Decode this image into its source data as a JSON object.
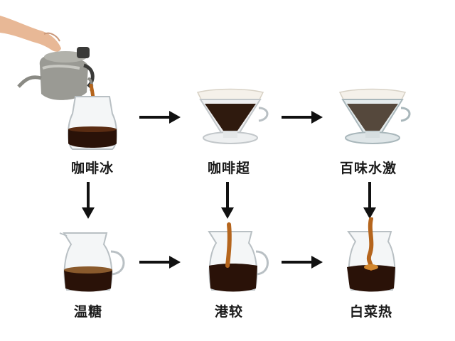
{
  "steps": [
    {
      "label": "咖啡冰"
    },
    {
      "label": "咖啡超"
    },
    {
      "label": "百味水激"
    },
    {
      "label": "温糖"
    },
    {
      "label": "港较"
    },
    {
      "label": "白菜热"
    }
  ],
  "icons": {
    "kettle": "gooseneck-kettle-icon",
    "arrow_right": "arrow-right-icon",
    "arrow_down": "arrow-down-icon"
  },
  "colors": {
    "coffee": "#2a1208",
    "coffee_stream": "#b5651d",
    "kettle": "#9a9a94",
    "arrow": "#111111",
    "label": "#1a1a1a"
  }
}
